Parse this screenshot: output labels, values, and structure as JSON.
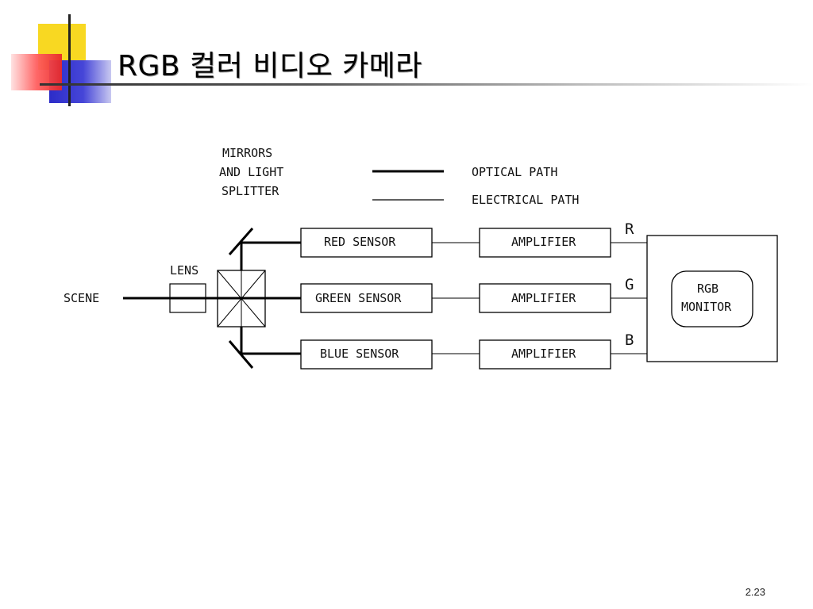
{
  "slide": {
    "title": "RGB 컬러 비디오 카메라",
    "page_number": "2.23"
  },
  "diagram": {
    "mirrors_label": [
      "MIRRORS",
      "AND LIGHT",
      "SPLITTER"
    ],
    "legend": {
      "optical": "OPTICAL PATH",
      "electrical": "ELECTRICAL PATH"
    },
    "scene": "SCENE",
    "lens": "LENS",
    "sensors": {
      "red": "RED SENSOR",
      "green": "GREEN SENSOR",
      "blue": "BLUE SENSOR"
    },
    "amplifier": "AMPLIFIER",
    "channels": {
      "r": "R",
      "g": "G",
      "b": "B"
    },
    "monitor": [
      "RGB",
      "MONITOR"
    ]
  }
}
